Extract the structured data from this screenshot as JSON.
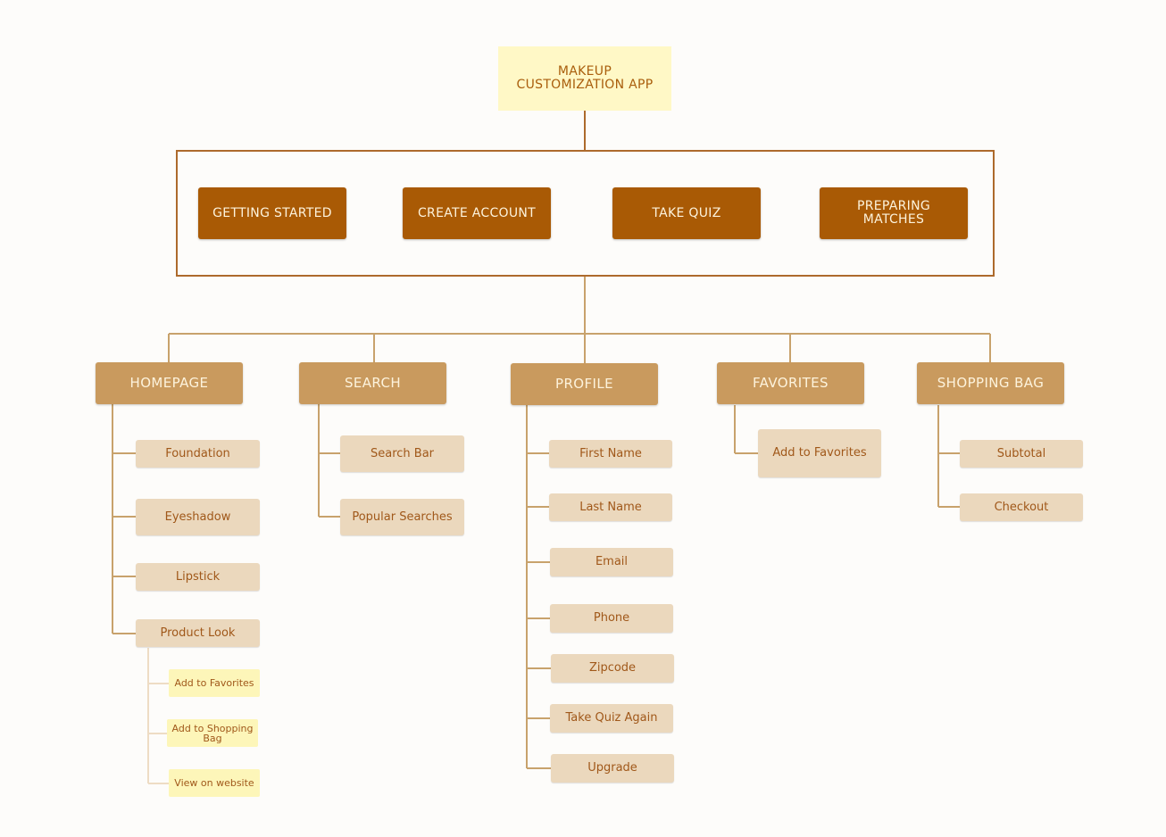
{
  "root": {
    "title": "MAKEUP CUSTOMIZATION APP"
  },
  "onboarding": [
    {
      "label": "GETTING STARTED"
    },
    {
      "label": "CREATE ACCOUNT"
    },
    {
      "label": "TAKE QUIZ"
    },
    {
      "label": "PREPARING MATCHES"
    }
  ],
  "sections": [
    {
      "label": "HOMEPAGE",
      "items": [
        "Foundation",
        "Eyeshadow",
        "Lipstick",
        "Product Look"
      ]
    },
    {
      "label": "SEARCH",
      "items": [
        "Search Bar",
        "Popular Searches"
      ]
    },
    {
      "label": "PROFILE",
      "items": [
        "First Name",
        "Last Name",
        "Email",
        "Phone",
        "Zipcode",
        "Take Quiz Again",
        "Upgrade"
      ]
    },
    {
      "label": "FAVORITES",
      "items": [
        "Add to Favorites"
      ]
    },
    {
      "label": "SHOPPING BAG",
      "items": [
        "Subtotal",
        "Checkout"
      ]
    }
  ],
  "product_look": {
    "items": [
      "Add to Favorites",
      "Add to Shopping Bag",
      "View on website"
    ]
  },
  "colors": {
    "root_fill": "#fff8c6",
    "onboarding_fill": "#a95a05",
    "section_fill": "#c99a5e",
    "item_fill": "#ebd8bd",
    "subitem_fill": "#fdf6b9",
    "connector": "#c8a26c",
    "frame_border": "#ad6a2c"
  }
}
